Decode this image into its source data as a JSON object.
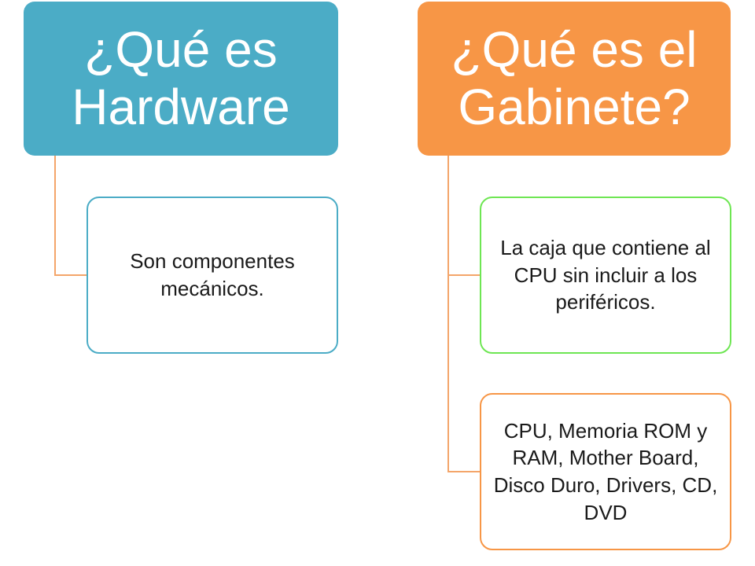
{
  "diagram": {
    "left_branch": {
      "title": "¿Qué es Hardware",
      "children": [
        {
          "text": "Son componentes mecánicos."
        }
      ]
    },
    "right_branch": {
      "title": "¿Qué es el Gabinete?",
      "children": [
        {
          "text": "La caja que contiene al CPU sin incluir a los periféricos."
        },
        {
          "text": "CPU, Memoria ROM y RAM, Mother Board, Disco Duro, Drivers, CD, DVD"
        }
      ]
    },
    "colors": {
      "hardware_header": "#4bacc6",
      "gabinete_header": "#f79646",
      "connector": "#f4a56a",
      "hardware_child_border": "#4bacc6",
      "gabinete_child1_border": "#6ee653",
      "gabinete_child2_border": "#f79646",
      "header_text": "#ffffff",
      "child_text": "#1a1a1a"
    }
  }
}
